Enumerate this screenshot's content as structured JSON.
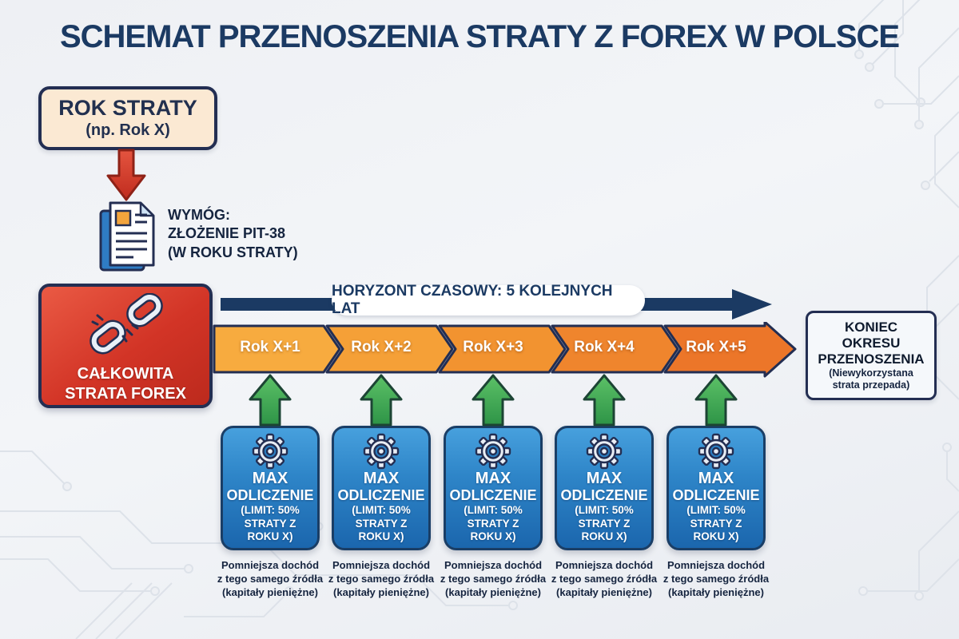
{
  "title": "SCHEMAT PRZENOSZENIA STRATY Z FOREX W POLSCE",
  "loss_year_box": {
    "title": "ROK STRATY",
    "subtitle": "(np. Rok X)"
  },
  "pit_requirement": {
    "line1": "WYMÓG:",
    "line2": "ZŁOŻENIE PIT-38",
    "line3": "(W ROKU STRATY)"
  },
  "total_loss_box": {
    "line1": "CAŁKOWITA",
    "line2": "STRATA FOREX"
  },
  "timeline": {
    "label": "HORYZONT CZASOWY: 5 KOLEJNYCH LAT",
    "years": [
      "Rok X+1",
      "Rok X+2",
      "Rok X+3",
      "Rok X+4",
      "Rok X+5"
    ]
  },
  "end_box": {
    "line1": "KONIEC",
    "line2": "OKRESU",
    "line3": "PRZENOSZENIA",
    "line4": "(Niewykorzystana",
    "line5": "strata przepada)"
  },
  "deduction_box": {
    "line1": "MAX",
    "line2": "ODLICZENIE",
    "line3": "(LIMIT: 50%",
    "line4": "STRATY Z",
    "line5": "ROKU X)"
  },
  "caption": {
    "line1": "Pomniejsza dochód",
    "line2": "z tego samego źródła",
    "line3": "(kapitały pieniężne)"
  },
  "colors": {
    "navy_text": "#1b3a63",
    "border_navy": "#232e52",
    "red_box": "#d23426",
    "red_arrow": "#d53a2b",
    "cream_box": "#fbe9d3",
    "green_arrow": "#3fa352",
    "blue_box": "#2e85c8",
    "chevron_orange_first": "#f7ab3f",
    "chevron_orange_last": "#ec7629",
    "background": "#eef0f4"
  }
}
